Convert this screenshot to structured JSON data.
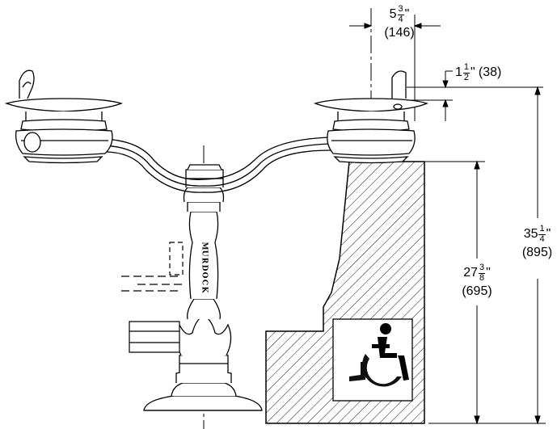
{
  "dimensions": {
    "bowl_offset": {
      "whole": "5",
      "num": "3",
      "den": "4",
      "unit": "\"",
      "metric": "(146)"
    },
    "spout_height": {
      "whole": "1",
      "num": "1",
      "den": "2",
      "unit": "\"",
      "metric": "(38)"
    },
    "overall_height": {
      "whole": "35",
      "num": "1",
      "den": "4",
      "unit": "\"",
      "metric": "(895)"
    },
    "rim_height": {
      "whole": "27",
      "num": "3",
      "den": "8",
      "unit": "\"",
      "metric": "(695)"
    }
  },
  "logo_text": "MURDOCK",
  "colors": {
    "line": "#000000",
    "background": "#ffffff",
    "hatch": "#000000"
  },
  "icons": [
    "wheelchair-accessibility-icon"
  ]
}
